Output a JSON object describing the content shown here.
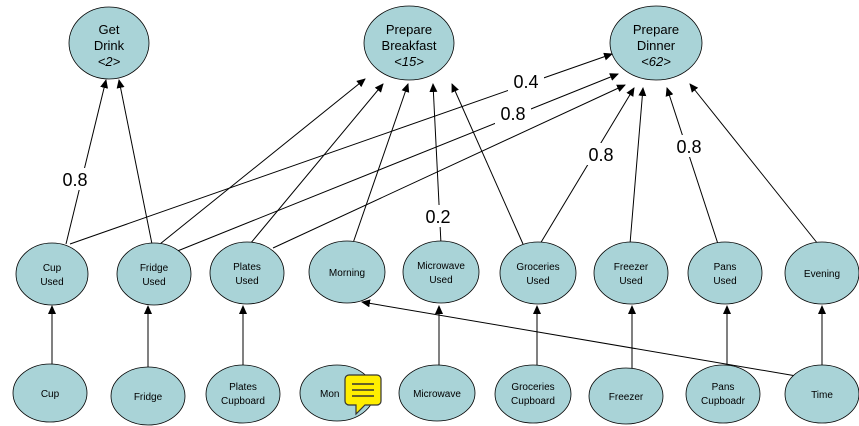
{
  "colors": {
    "node_fill": "#a9d3d7",
    "node_stroke": "#000000",
    "note_fill": "#ffee00"
  },
  "nodes": {
    "get_drink": {
      "line1": "Get",
      "line2": "Drink",
      "count": "<2>"
    },
    "prepare_breakfast": {
      "line1": "Prepare",
      "line2": "Breakfast",
      "count": "<15>"
    },
    "prepare_dinner": {
      "line1": "Prepare",
      "line2": "Dinner",
      "count": "<62>"
    },
    "cup_used": {
      "line1": "Cup",
      "line2": "Used"
    },
    "fridge_used": {
      "line1": "Fridge",
      "line2": "Used"
    },
    "plates_used": {
      "line1": "Plates",
      "line2": "Used"
    },
    "morning": {
      "line1": "Morning"
    },
    "microwave_used": {
      "line1": "Microwave",
      "line2": "Used"
    },
    "groceries_used": {
      "line1": "Groceries",
      "line2": "Used"
    },
    "freezer_used": {
      "line1": "Freezer",
      "line2": "Used"
    },
    "pans_used": {
      "line1": "Pans",
      "line2": "Used"
    },
    "evening": {
      "line1": "Evening"
    },
    "cup": {
      "line1": "Cup"
    },
    "fridge": {
      "line1": "Fridge"
    },
    "plates_cupboard": {
      "line1": "Plates",
      "line2": "Cupboard"
    },
    "mon": {
      "line1": "Mon"
    },
    "microwave": {
      "line1": "Microwave"
    },
    "groceries_cupboard": {
      "line1": "Groceries",
      "line2": "Cupboard"
    },
    "freezer": {
      "line1": "Freezer"
    },
    "pans_cupboard": {
      "line1": "Pans",
      "line2": "Cupboadr"
    },
    "time": {
      "line1": "Time"
    }
  },
  "weights": {
    "cup_to_drink": "0.8",
    "cup_to_dinner": "0.4",
    "fridge_to_dinner": "0.8",
    "microwave_to_breakfast": "0.2",
    "groceries_to_dinner": "0.8",
    "pans_to_dinner": "0.8"
  },
  "note_icon": "comment-note-icon"
}
